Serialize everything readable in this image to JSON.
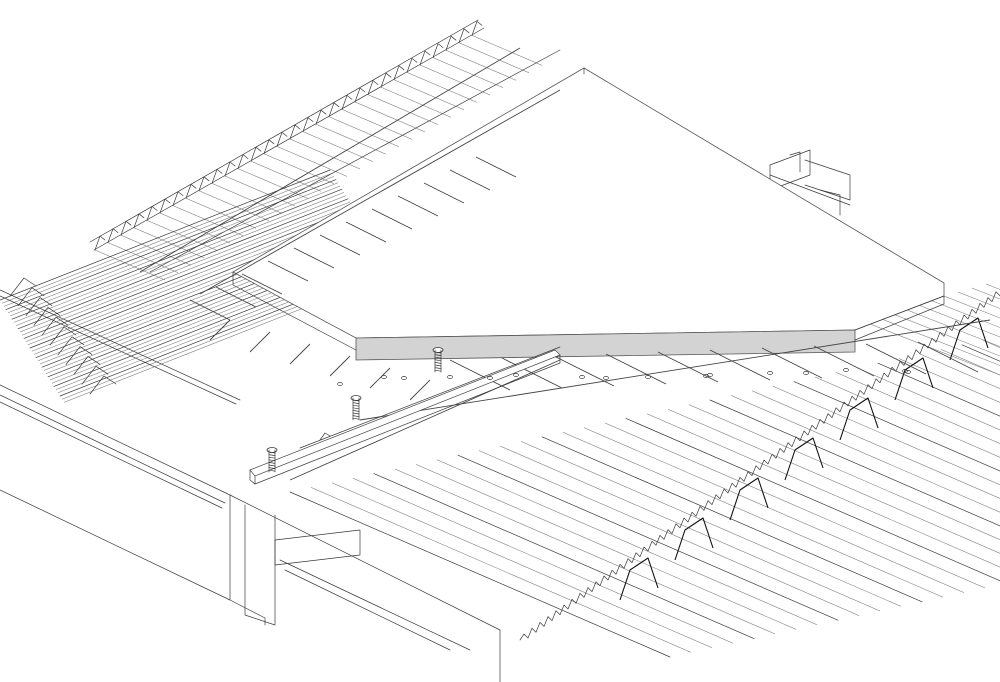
{
  "image": {
    "description_free": true,
    "colors": {
      "background": "#ffffff",
      "line": "#3a3a3a",
      "slab_edge": "#d3d3d3"
    }
  },
  "components": {
    "lower_deck_ribs": 11,
    "right_deck_ribs": 34,
    "upper_deck_ribs": 30,
    "studs": 3
  }
}
